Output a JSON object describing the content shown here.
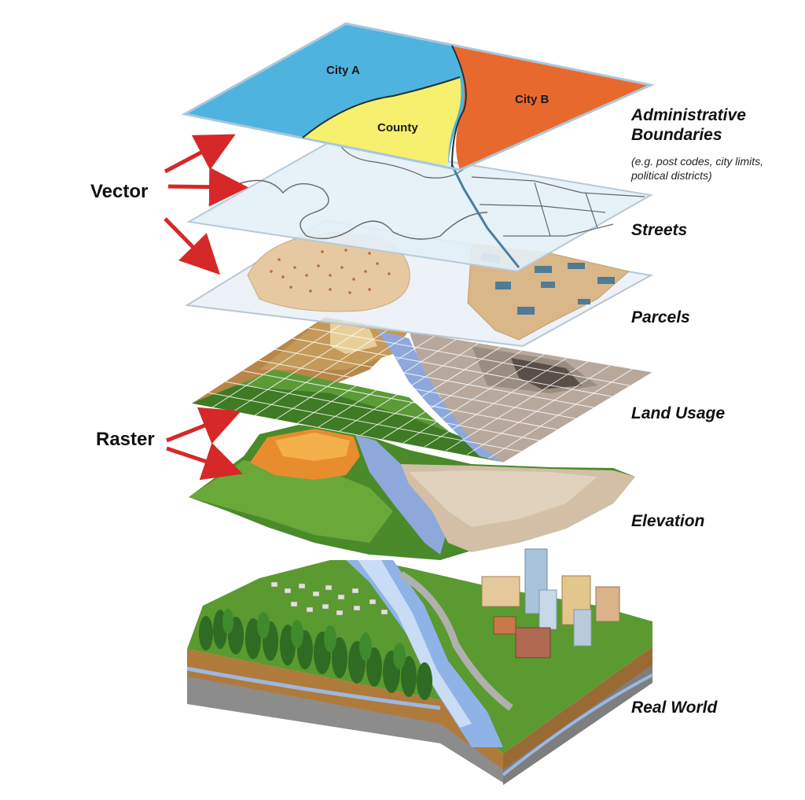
{
  "regions": {
    "city_a": "City A",
    "city_b": "City B",
    "county": "County"
  },
  "labels": {
    "administrative": "Administrative Boundaries",
    "administrative_note": "(e.g. post codes, city limits, political districts)",
    "streets": "Streets",
    "parcels": "Parcels",
    "land_usage": "Land Usage",
    "elevation": "Elevation",
    "real_world": "Real World"
  },
  "groups": {
    "vector": "Vector",
    "raster": "Raster"
  },
  "colors": {
    "city_a": "#4fb3e0",
    "city_b": "#e8692e",
    "county": "#f7ef6e",
    "arrow": "#d62828",
    "water": "#8fa8dc",
    "forest": "#4a8a2a",
    "grass": "#6aa83a",
    "sand": "#c9a46a",
    "rock": "#a89c90"
  }
}
